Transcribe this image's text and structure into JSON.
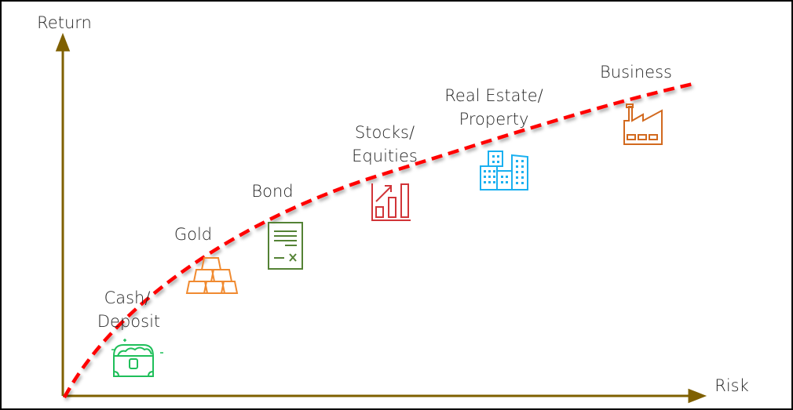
{
  "axes": {
    "y_label": "Return",
    "x_label": "Risk",
    "axis_color": "#7f6000"
  },
  "curve": {
    "color": "#ff0000",
    "style": "dashed"
  },
  "items": [
    {
      "lines": [
        "Cash/",
        "Deposit"
      ],
      "icon": "treasure-chest-icon",
      "color": "#1fbf5a"
    },
    {
      "lines": [
        "Gold"
      ],
      "icon": "gold-bars-icon",
      "color": "#f08a30"
    },
    {
      "lines": [
        "Bond"
      ],
      "icon": "document-icon",
      "color": "#548235"
    },
    {
      "lines": [
        "Stocks/",
        "Equities"
      ],
      "icon": "growth-chart-icon",
      "color": "#d13438"
    },
    {
      "lines": [
        "Real Estate/",
        "Property"
      ],
      "icon": "buildings-icon",
      "color": "#1ab0f0"
    },
    {
      "lines": [
        "Business"
      ],
      "icon": "factory-icon",
      "color": "#d2691e"
    }
  ]
}
